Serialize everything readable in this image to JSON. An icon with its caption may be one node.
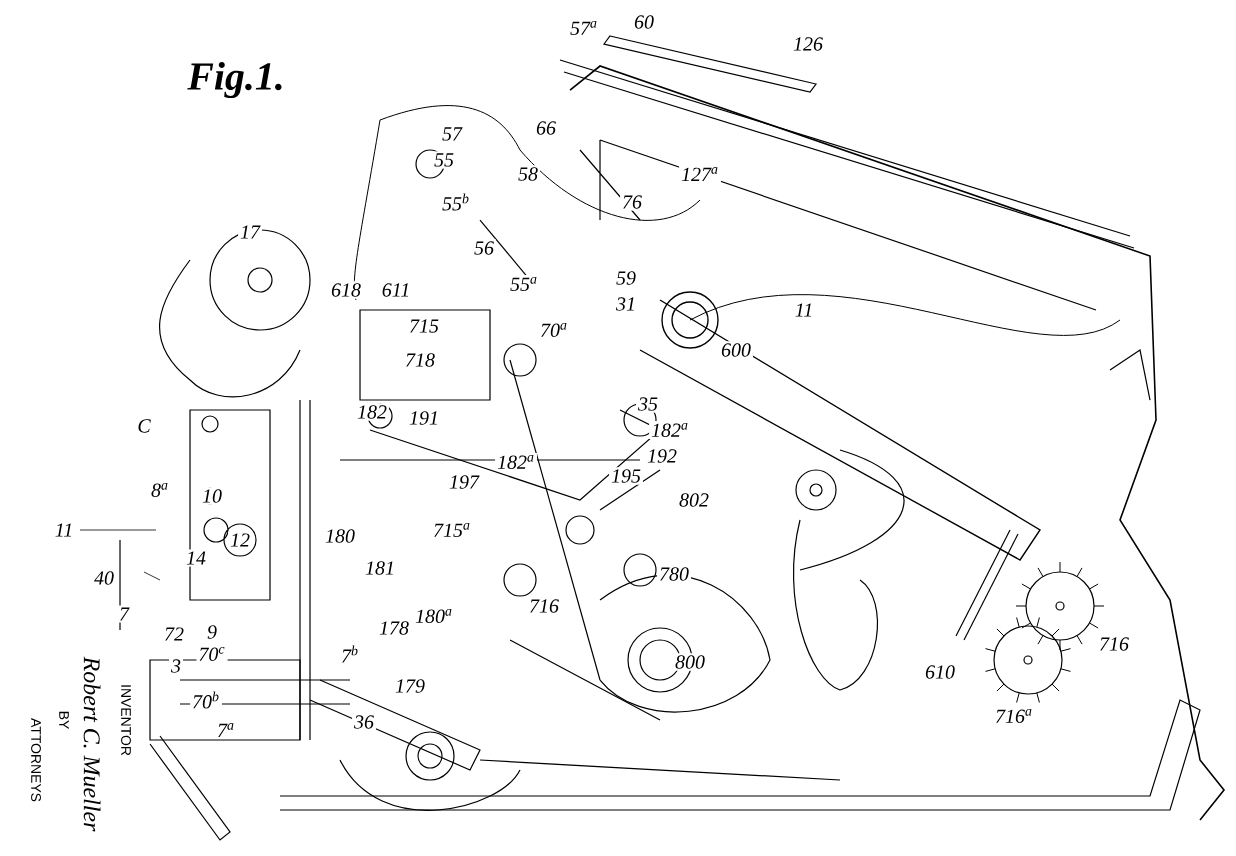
{
  "diagram": {
    "title": "Fig.1.",
    "labels": [
      "57$^{a}$",
      "60",
      "126",
      "57",
      "66",
      "55",
      "58",
      "55$^{b}$",
      "76",
      "127$^{a}$",
      "17",
      "56",
      "55$^{a}$",
      "59",
      "31",
      "618",
      "611",
      "11",
      "715",
      "70$^{a}$",
      "600",
      "718",
      "182",
      "191",
      "35",
      "182$^{a}$",
      "C",
      "182$^{a}$",
      "197",
      "192",
      "195",
      "8$^{a}$",
      "10",
      "802",
      "11",
      "715$^{a}$",
      "180",
      "14",
      "12",
      "181",
      "780",
      "40",
      "7",
      "716",
      "180$^{a}$",
      "178",
      "72",
      "9",
      "7$^{b}$",
      "70$^{c}$",
      "3",
      "716",
      "800",
      "179",
      "610",
      "70$^{b}$",
      "716$^{a}$",
      "36",
      "7$^{a}$",
      "INVENTOR",
      "Robert C. Mueller",
      "BY",
      "ATTORNEYS"
    ]
  }
}
